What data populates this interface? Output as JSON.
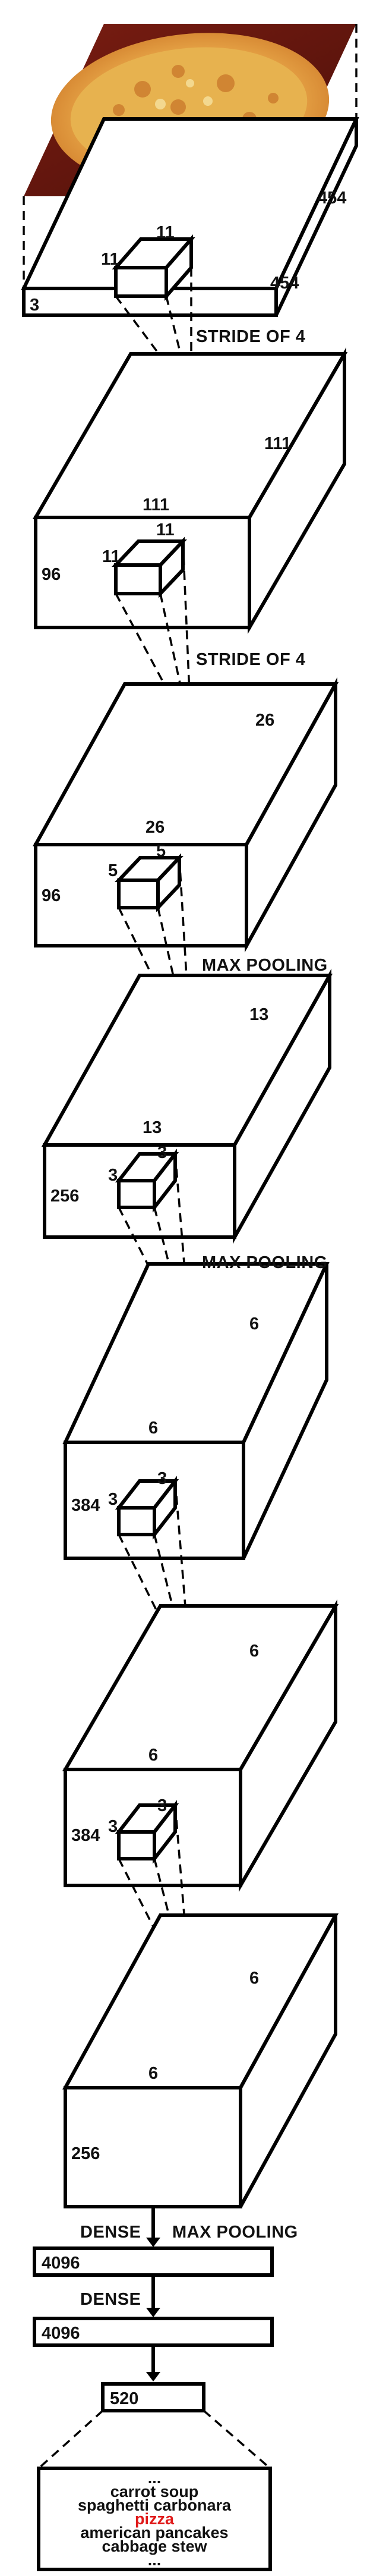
{
  "diagram": {
    "input": {
      "depth": "3",
      "height": "454",
      "width": "454",
      "kernel_a": "11",
      "kernel_b": "11"
    },
    "volumes": [
      {
        "depth": "96",
        "height": "111",
        "width": "111",
        "kernel_a": "11",
        "kernel_b": "11"
      },
      {
        "depth": "96",
        "height": "26",
        "width": "26",
        "kernel_a": "5",
        "kernel_b": "5"
      },
      {
        "depth": "256",
        "height": "13",
        "width": "13",
        "kernel_a": "3",
        "kernel_b": "3"
      },
      {
        "depth": "384",
        "height": "6",
        "width": "6",
        "kernel_a": "3",
        "kernel_b": "3"
      },
      {
        "depth": "384",
        "height": "6",
        "width": "6",
        "kernel_a": "3",
        "kernel_b": "3"
      },
      {
        "depth": "256",
        "height": "6",
        "width": "6"
      }
    ],
    "operations": [
      "STRIDE OF 4",
      "STRIDE OF 4",
      "MAX POOLING",
      "MAX POOLING"
    ],
    "dense_labels": [
      "DENSE",
      "DENSE"
    ],
    "final_pooling": "MAX POOLING",
    "fc_layers": [
      "4096",
      "4096",
      "520"
    ],
    "output_classes": [
      {
        "text": "...",
        "highlight": false
      },
      {
        "text": "carrot soup",
        "highlight": false
      },
      {
        "text": "spaghetti carbonara",
        "highlight": false
      },
      {
        "text": "pizza",
        "highlight": true
      },
      {
        "text": "american pancakes",
        "highlight": false
      },
      {
        "text": "cabbage stew",
        "highlight": false
      },
      {
        "text": "...",
        "highlight": false
      }
    ],
    "colors": {
      "highlight": "#e01a1a",
      "ink": "#000000"
    },
    "image_subject": "pizza photo"
  }
}
